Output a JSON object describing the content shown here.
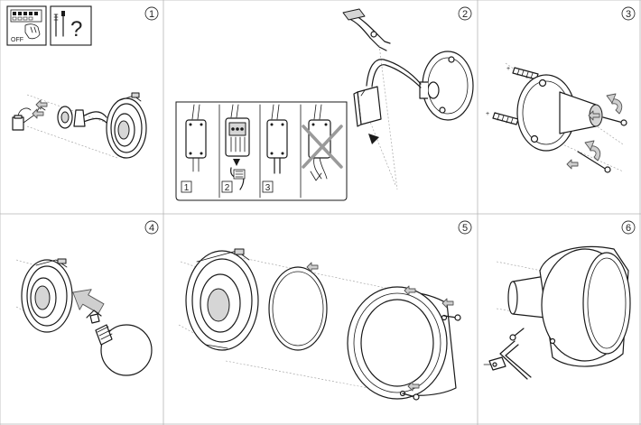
{
  "colors": {
    "line": "#1a1a1a",
    "frame": "#b5b5b5",
    "arrow_fill": "#cfcfcf",
    "cross": "#9a9a9a"
  },
  "steps": [
    {
      "number": "1"
    },
    {
      "number": "2",
      "sub_steps": [
        "1",
        "2",
        "3"
      ]
    },
    {
      "number": "3"
    },
    {
      "number": "4"
    },
    {
      "number": "5"
    },
    {
      "number": "6"
    }
  ],
  "icons": {
    "power_off": {
      "name": "power-off-icon",
      "label": "OFF"
    },
    "tools_question": {
      "name": "tools-question-icon",
      "label": "?"
    }
  }
}
